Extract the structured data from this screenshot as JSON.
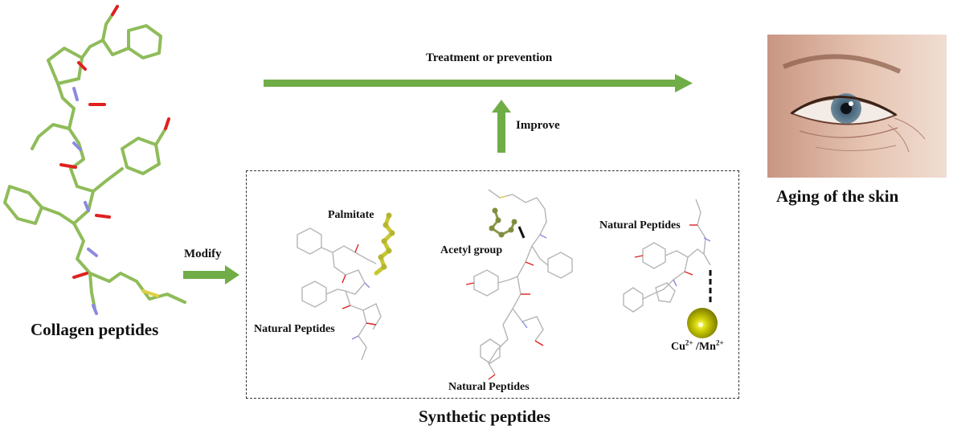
{
  "labels": {
    "collagen": "Collagen peptides",
    "modify": "Modify",
    "treatment": "Treatment or prevention",
    "improve": "Improve",
    "aging": "Aging of the skin",
    "synthetic": "Synthetic peptides",
    "palmitate": "Palmitate",
    "acetyl": "Acetyl group",
    "natural_left": "Natural Peptides",
    "natural_center": "Natural Peptides",
    "natural_right": "Natural Peptides",
    "cu": "Cu",
    "cu_sup": "2+",
    "mn": " /Mn",
    "mn_sup": "2+"
  },
  "colors": {
    "arrow": "#70ad47",
    "bond_green": "#8fbc5a",
    "oxygen": "#e02020",
    "nitrogen": "#8a8ae0",
    "sulfur": "#e0d040",
    "palmitate": "#c8c832",
    "metal": "#b8b800",
    "gray_mol": "#b5b5b5"
  },
  "icons": {
    "collagen_molecule": "collagen-molecule-icon",
    "skin_photo": "eye-skin-photo",
    "metal_ion": "metal-ion-sphere-icon"
  }
}
